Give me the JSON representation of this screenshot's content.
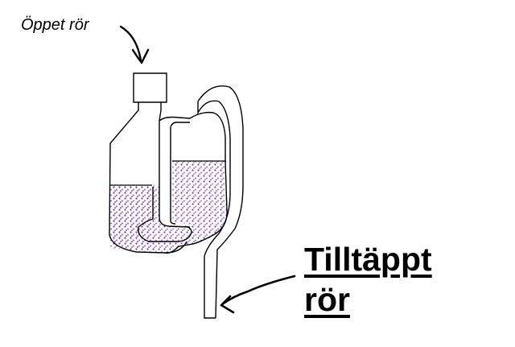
{
  "labels": {
    "open_pipe": "Öppet rör",
    "blocked_pipe_line1": "Tilltäppt",
    "blocked_pipe_line2": "rör"
  },
  "colors": {
    "line": "#000000",
    "liquid_dots": "#7a3fa8",
    "background": "#ffffff"
  }
}
